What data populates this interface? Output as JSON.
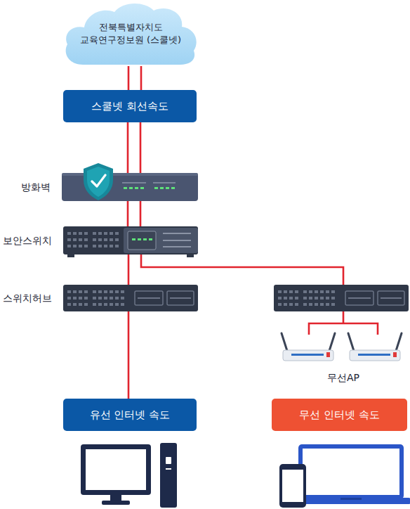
{
  "diagram": {
    "nodes": [
      {
        "text": [
          "전북특별자치도 교육연구정보원 (스쿨넷)"
        ]
      },
      {
        "text": [
          "스쿨넷 회선속도"
        ]
      },
      {
        "text": [
          "방화벽"
        ]
      },
      {
        "text": [
          "보안스위치"
        ]
      },
      {
        "text": [
          "스위치허브"
        ]
      },
      {
        "text": [
          "무선AP"
        ]
      },
      {
        "text": [
          "유선 인터넷 속도"
        ]
      },
      {
        "text": [
          "무선 인터넷 속도"
        ]
      }
    ],
    "edges": [
      {
        "from": 0,
        "to": 1,
        "arrow": "none"
      },
      {
        "from": 1,
        "to": 2,
        "arrow": "none"
      },
      {
        "from": 2,
        "to": 3,
        "arrow": "none"
      },
      {
        "from": 3,
        "to": 4,
        "arrow": "none"
      },
      {
        "from": 4,
        "to": 6,
        "arrow": "none"
      },
      {
        "from": 3,
        "to": 5,
        "arrow": "none"
      }
    ]
  }
}
